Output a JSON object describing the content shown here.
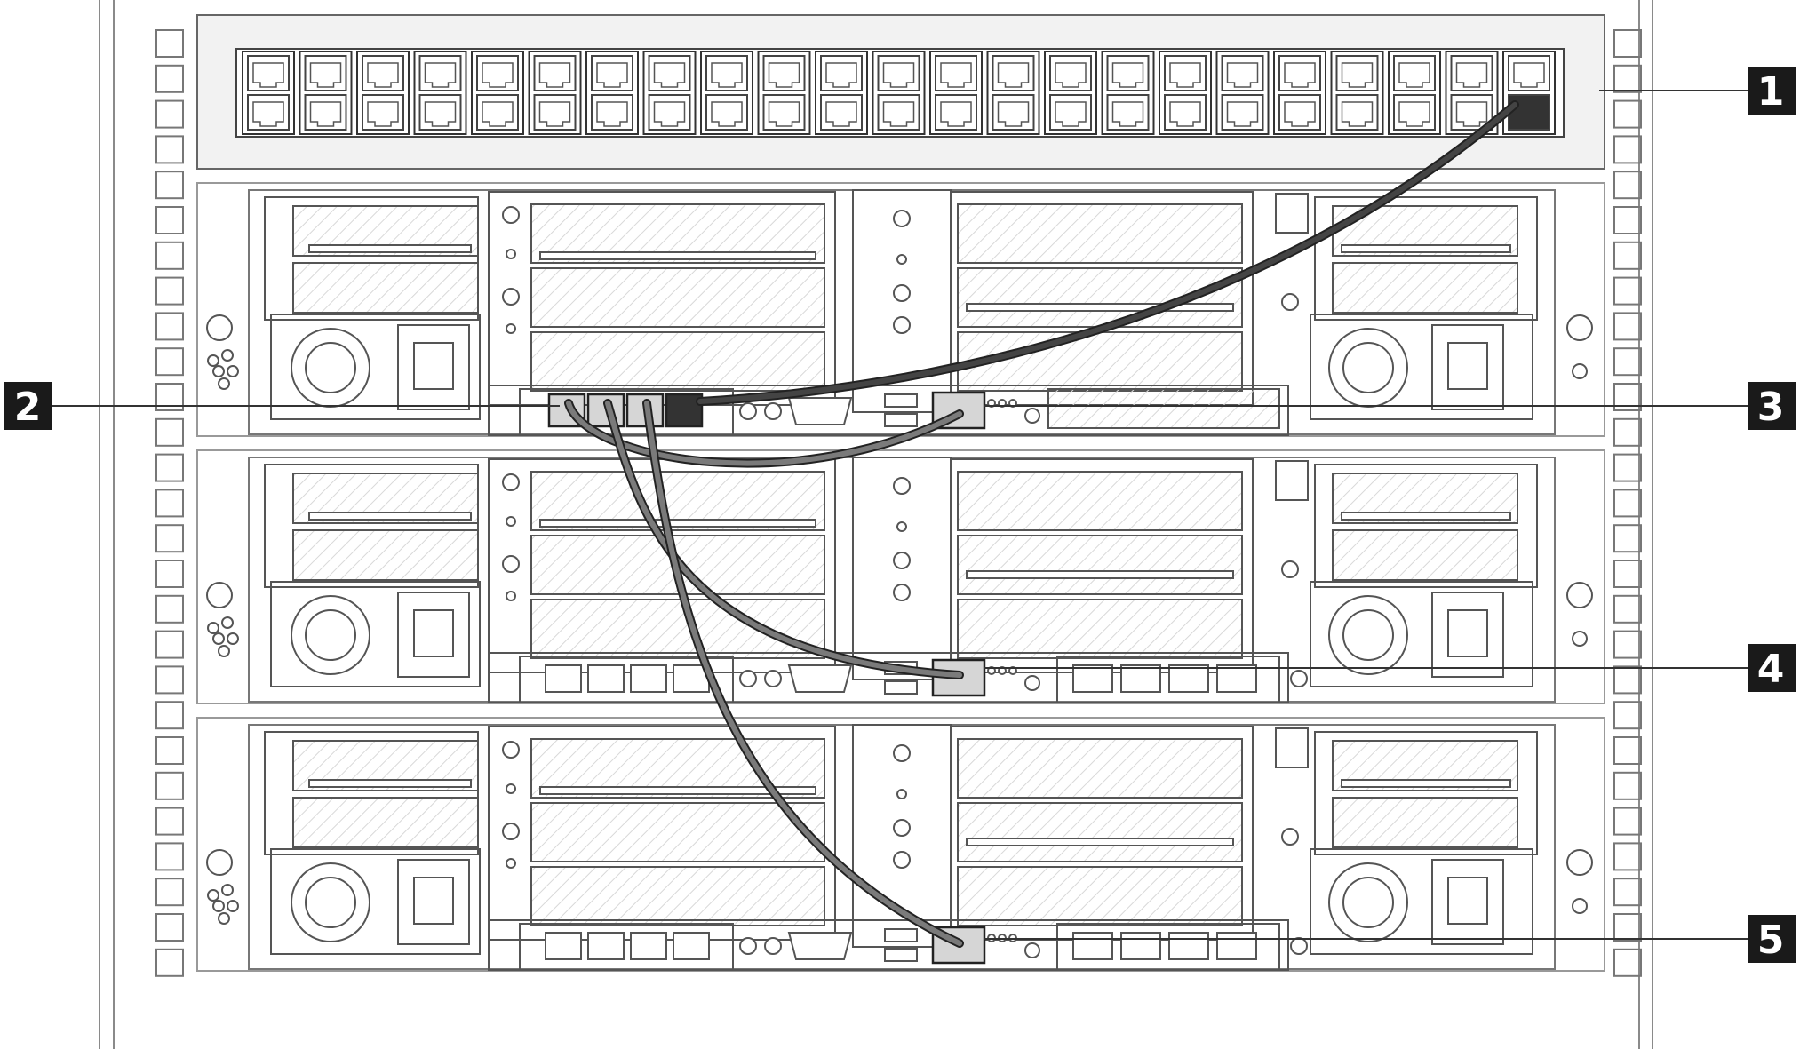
{
  "diagram": {
    "callouts": [
      {
        "number": "1",
        "target": "switch-management-port"
      },
      {
        "number": "2",
        "target": "enclosure-shared-ports"
      },
      {
        "number": "3",
        "target": "node-1-xcc-port"
      },
      {
        "number": "4",
        "target": "node-2-xcc-port"
      },
      {
        "number": "5",
        "target": "node-3-xcc-port"
      }
    ],
    "switch": {
      "port_columns": 23,
      "port_rows": 2,
      "connected_port": "bottom-right"
    },
    "nodes": 3,
    "cables": [
      {
        "from": "enclosure-shared-port-4",
        "to": "switch-management-port"
      },
      {
        "from": "enclosure-shared-port-1",
        "to": "node-1-xcc-port"
      },
      {
        "from": "enclosure-shared-port-2",
        "to": "node-2-xcc-port"
      },
      {
        "from": "enclosure-shared-port-3",
        "to": "node-3-xcc-port"
      }
    ],
    "colors": {
      "line": "#555555",
      "cable": "#3a3a3a",
      "cable_outline": "#222222",
      "callout_box": "#1a1a1a",
      "switch_fill": "#f2f2f2",
      "port_highlight": "#d6d6d6",
      "port_dark": "#333333"
    }
  }
}
